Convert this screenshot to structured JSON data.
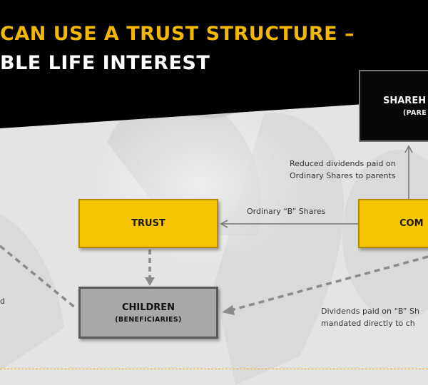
{
  "title": {
    "line1": "CAN USE A TRUST STRUCTURE –",
    "line2": "BLE LIFE INTEREST"
  },
  "nodes": {
    "trust": {
      "label": "TRUST"
    },
    "company": {
      "label": "COM"
    },
    "children": {
      "label": "CHILDREN",
      "sub": "(BENEFICIARIES)"
    },
    "shareholders": {
      "label": "SHAREH",
      "sub": "(PARE"
    }
  },
  "annotations": {
    "reduced_line1": "Reduced dividends paid on",
    "reduced_line2": "Ordinary Shares to parents",
    "ordinary_b": "Ordinary “B” Shares",
    "dividends_line1": "Dividends paid on “B” Sh",
    "dividends_line2": "mandated directly to ch",
    "left_fragment": "d"
  },
  "colors": {
    "accent_yellow": "#f7c600",
    "title_yellow": "#f2b705",
    "banner_black": "#000000",
    "children_grey": "#a8a8a8",
    "connector_grey": "#777777"
  }
}
